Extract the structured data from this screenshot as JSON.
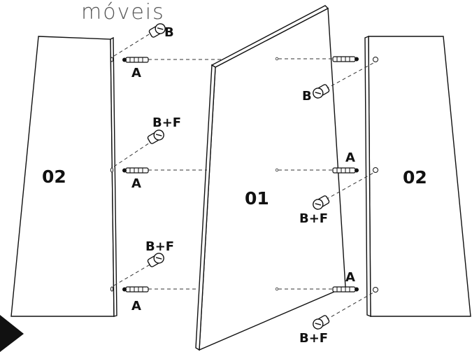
{
  "brand": "móveis",
  "panels": {
    "left": "02",
    "center": "01",
    "right": "02"
  },
  "hardware": {
    "top_left_cam": "B",
    "top_left_dowel": "A",
    "mid_left_cam": "B+F",
    "mid_left_dowel": "A",
    "bottom_left_cam": "B+F",
    "bottom_left_dowel": "A",
    "top_right_cam": "B",
    "mid_right_dowel": "A",
    "mid_right_cam": "B+F",
    "bottom_right_dowel": "A",
    "bottom_right_cam": "B+F"
  }
}
